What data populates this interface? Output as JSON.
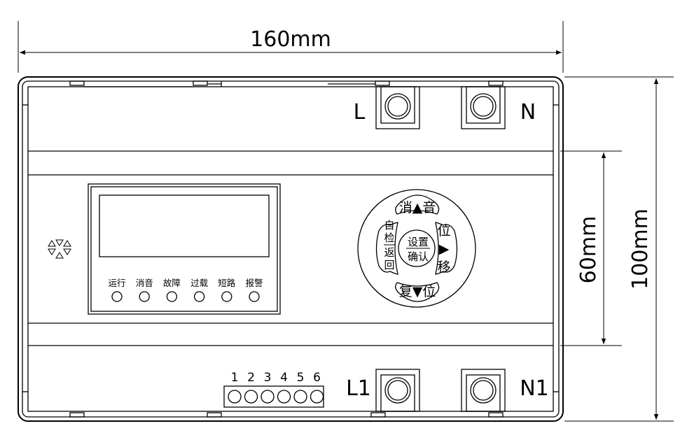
{
  "dimensions": {
    "width_label": "160mm",
    "height_label": "100mm",
    "center_height_label": "60mm"
  },
  "terminals": {
    "top_left": "L",
    "top_right": "N",
    "bottom_left": "L1",
    "bottom_right": "N1"
  },
  "connector": {
    "pins": [
      "1",
      "2",
      "3",
      "4",
      "5",
      "6"
    ]
  },
  "indicators": [
    "运行",
    "消音",
    "故障",
    "过载",
    "短路",
    "报警"
  ],
  "keypad": {
    "top": "消▲音",
    "bottom": "复▼位",
    "left_line1": "自",
    "left_line2": "检",
    "left_line3": "返",
    "left_line4": "回",
    "right_line1": "位",
    "right_line2": "▶",
    "right_line3": "移",
    "center_line1": "设置",
    "center_line2": "确认"
  }
}
